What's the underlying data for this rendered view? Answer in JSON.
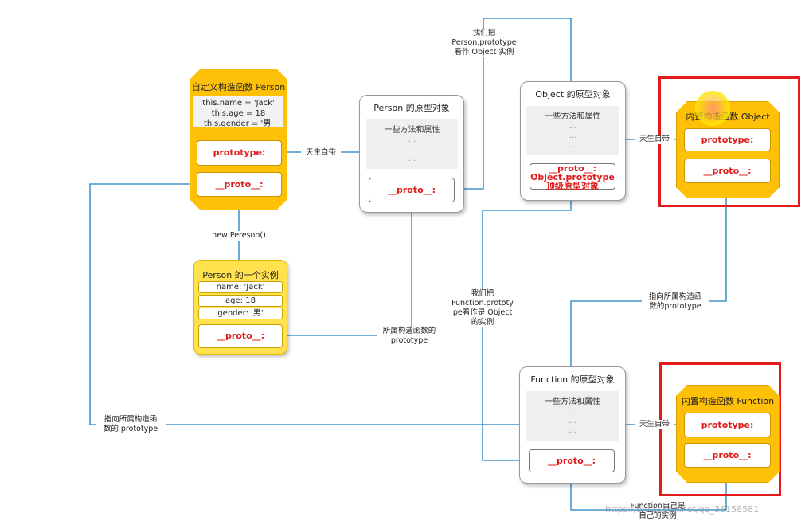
{
  "person_ctor": {
    "title": "自定义构造函数 Person",
    "code": [
      "this.name = 'Jack'",
      "this.age = 18",
      "this.gender = '男'"
    ],
    "prototype_label": "prototype:",
    "proto_label": "__proto__:"
  },
  "person_proto": {
    "title": "Person  的原型对象",
    "methods": "一些方法和属性",
    "dots": [
      "...",
      "...",
      "..."
    ],
    "proto_label": "__proto__:"
  },
  "object_proto": {
    "title": "Object  的原型对象",
    "methods": "一些方法和属性",
    "dots": [
      "...",
      "...",
      "..."
    ],
    "proto_lines": [
      "__proto__:",
      "Object.prototype",
      "顶级原型对象"
    ]
  },
  "object_ctor": {
    "title": "内置构造函数 Object",
    "prototype_label": "prototype:",
    "proto_label": "__proto__:"
  },
  "function_proto": {
    "title": "Function  的原型对象",
    "methods": "一些方法和属性",
    "dots": [
      "...",
      "...",
      "..."
    ],
    "proto_label": "__proto__:"
  },
  "function_ctor": {
    "title": "内置构造函数 Function",
    "prototype_label": "prototype:",
    "proto_label": "__proto__:"
  },
  "instance": {
    "title": "Person 的一个实例",
    "fields": [
      "name: 'Jack'",
      "age: 18",
      "gender: '男'"
    ],
    "proto_label": "__proto__:"
  },
  "labels": {
    "born_with_1": "天生自带",
    "born_with_2": "天生自带",
    "born_with_3": "天生自带",
    "new_person": "new Pereson()",
    "treat_person_prototype": [
      "我们把",
      "Person.prototype",
      "看作 Object 实例"
    ],
    "treat_function_prototype": [
      "我们把",
      "Function.prototy",
      "pe看作是 Object",
      "的实例"
    ],
    "points_to_ctor_prototype": [
      "所属构造函数的",
      "prototype"
    ],
    "points_to_ctor_prototype_object": [
      "指向所属构造函",
      "数的prototype"
    ],
    "points_to_ctor_prototype_left": [
      "指向所属构造函",
      "数的 prototype"
    ],
    "function_self": [
      "Function自己是",
      "自己的实例"
    ]
  },
  "watermark": "https://blog.csdn.net/qq_36158581",
  "colors": {
    "connector": "#1a7fc1",
    "ctor_fill": "#ffc107",
    "instance_fill": "#ffe24d",
    "highlight_frame": "#e31b1b",
    "slot_text": "#e01b1b"
  }
}
